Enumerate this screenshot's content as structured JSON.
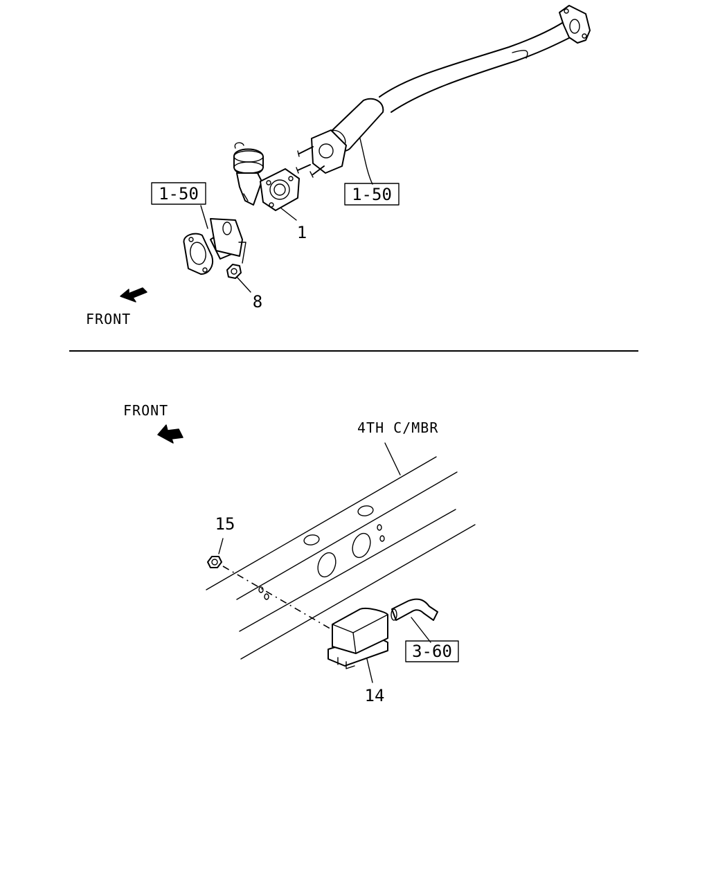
{
  "top_view": {
    "front_label": "FRONT",
    "ref_boxes": [
      "1-50",
      "1-50"
    ],
    "callouts": [
      "1",
      "8"
    ]
  },
  "bottom_view": {
    "front_label": "FRONT",
    "member_label": "4TH C/MBR",
    "ref_boxes": [
      "3-60"
    ],
    "callouts": [
      "15",
      "14"
    ]
  }
}
